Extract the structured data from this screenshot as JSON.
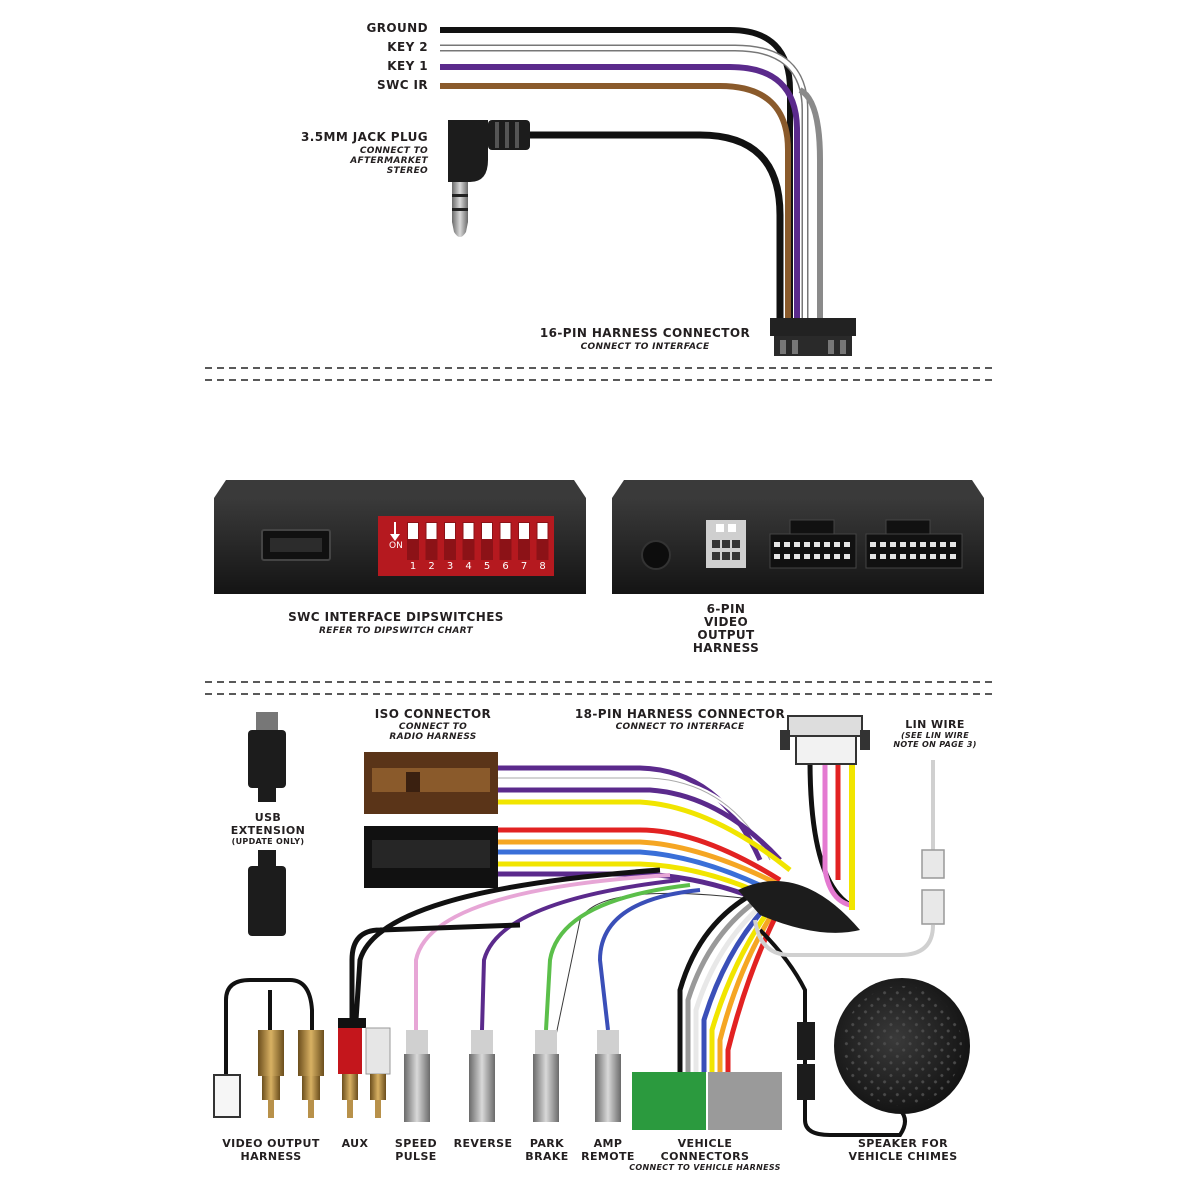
{
  "top": {
    "wires": [
      {
        "label": "GROUND",
        "color": "#111111"
      },
      {
        "label": "KEY 2",
        "color": "#ffffff"
      },
      {
        "label": "KEY 1",
        "color": "#5b2a8c"
      },
      {
        "label": "SWC IR",
        "color": "#8a5a2b"
      }
    ],
    "jack": {
      "title": "3.5MM JACK PLUG",
      "sub": [
        "CONNECT TO",
        "AFTERMARKET",
        "STEREO"
      ]
    },
    "harness16": {
      "title": "16-PIN HARNESS CONNECTOR",
      "sub": "CONNECT TO INTERFACE"
    }
  },
  "middle": {
    "dip": {
      "title": "SWC INTERFACE DIPSWITCHES",
      "sub": "REFER TO DIPSWITCH CHART",
      "on_label": "ON",
      "numbers": [
        "1",
        "2",
        "3",
        "4",
        "5",
        "6",
        "7",
        "8"
      ],
      "switch_color": "#b5191f"
    },
    "video6": {
      "lines": [
        "6-PIN",
        "VIDEO",
        "OUTPUT",
        "HARNESS"
      ]
    }
  },
  "bottom": {
    "iso": {
      "title": "ISO CONNECTOR",
      "sub": [
        "CONNECT TO",
        "RADIO HARNESS"
      ]
    },
    "harness18": {
      "title": "18-PIN HARNESS CONNECTOR",
      "sub": "CONNECT TO INTERFACE"
    },
    "lin": {
      "title": "LIN WIRE",
      "sub": [
        "(SEE LIN WIRE",
        "NOTE ON PAGE 3)"
      ]
    },
    "usb": {
      "lines": [
        "USB",
        "EXTENSION"
      ],
      "sub": "(UPDATE ONLY)"
    },
    "labels": {
      "video_output": [
        "VIDEO OUTPUT",
        "HARNESS"
      ],
      "aux": [
        "AUX"
      ],
      "speed": [
        "SPEED",
        "PULSE"
      ],
      "reverse": [
        "REVERSE"
      ],
      "park": [
        "PARK",
        "BRAKE"
      ],
      "amp": [
        "AMP",
        "REMOTE"
      ],
      "vehicle": [
        "VEHICLE",
        "CONNECTORS"
      ],
      "vehicle_sub": "CONNECT TO VEHICLE HARNESS",
      "speaker": [
        "SPEAKER FOR",
        "VEHICLE CHIMES"
      ]
    }
  }
}
